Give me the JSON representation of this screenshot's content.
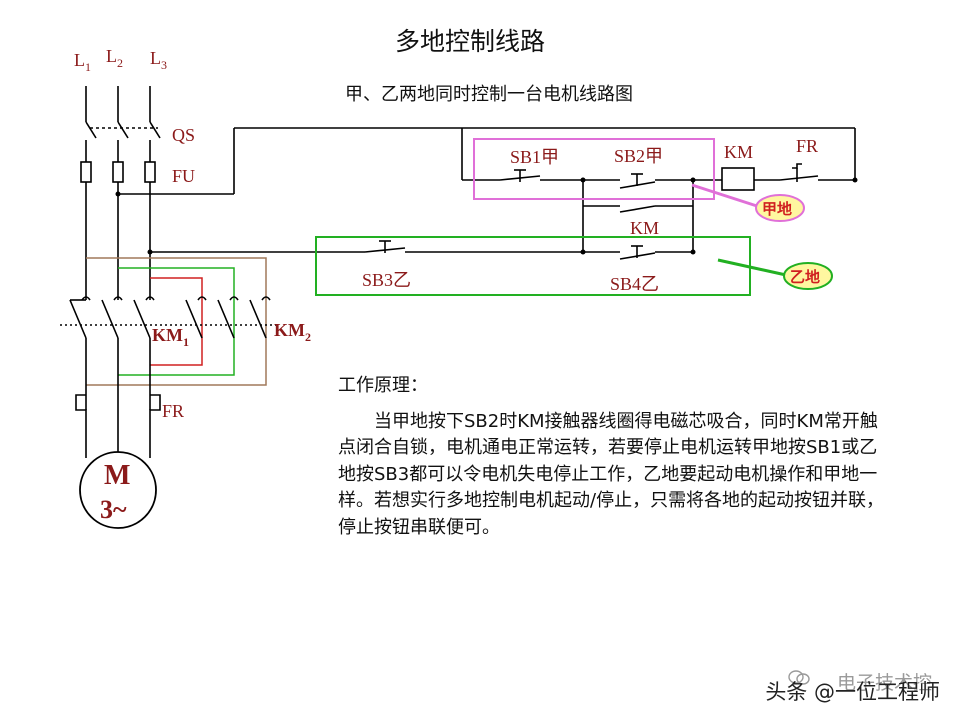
{
  "title": "多地控制线路",
  "subtitle": "甲、乙两地同时控制一台电机线路图",
  "labels": {
    "l1": "L",
    "l1_sub": "1",
    "l2": "L",
    "l2_sub": "2",
    "l3": "L",
    "l3_sub": "3",
    "qs": "QS",
    "fu": "FU",
    "fr_power": "FR",
    "km1": "KM",
    "km1_sub": "1",
    "km2": "KM",
    "km2_sub": "2",
    "motor_m": "M",
    "motor_phase": "3~",
    "sb1": "SB1甲",
    "sb2": "SB2甲",
    "sb3": "SB3乙",
    "sb4": "SB4乙",
    "km_coil": "KM",
    "km_aux": "KM",
    "fr_control": "FR",
    "location_a": "甲地",
    "location_b": "乙地"
  },
  "principle": {
    "heading": "工作原理：",
    "body": "当甲地按下SB2时KM接触器线圈得电磁芯吸合，同时KM常开触点闭合自锁，电机通电正常运转，若要停止电机运转甲地按SB1或乙地按SB3都可以令电机失电停止工作，乙地要起动电机操作和甲地一样。若想实行多地控制电机起动/停止，只需将各地的起动按钮并联，停止按钮串联便可。"
  },
  "watermark": {
    "channel": "电子技术控",
    "author": "头条 @一位工程师"
  },
  "colors": {
    "wire": "#000000",
    "label": "#8b1a1a",
    "green": "#22b022",
    "magenta": "#e070d8",
    "brown": "#a0785a",
    "red": "#d02020",
    "highlight": "#fff7a0"
  }
}
